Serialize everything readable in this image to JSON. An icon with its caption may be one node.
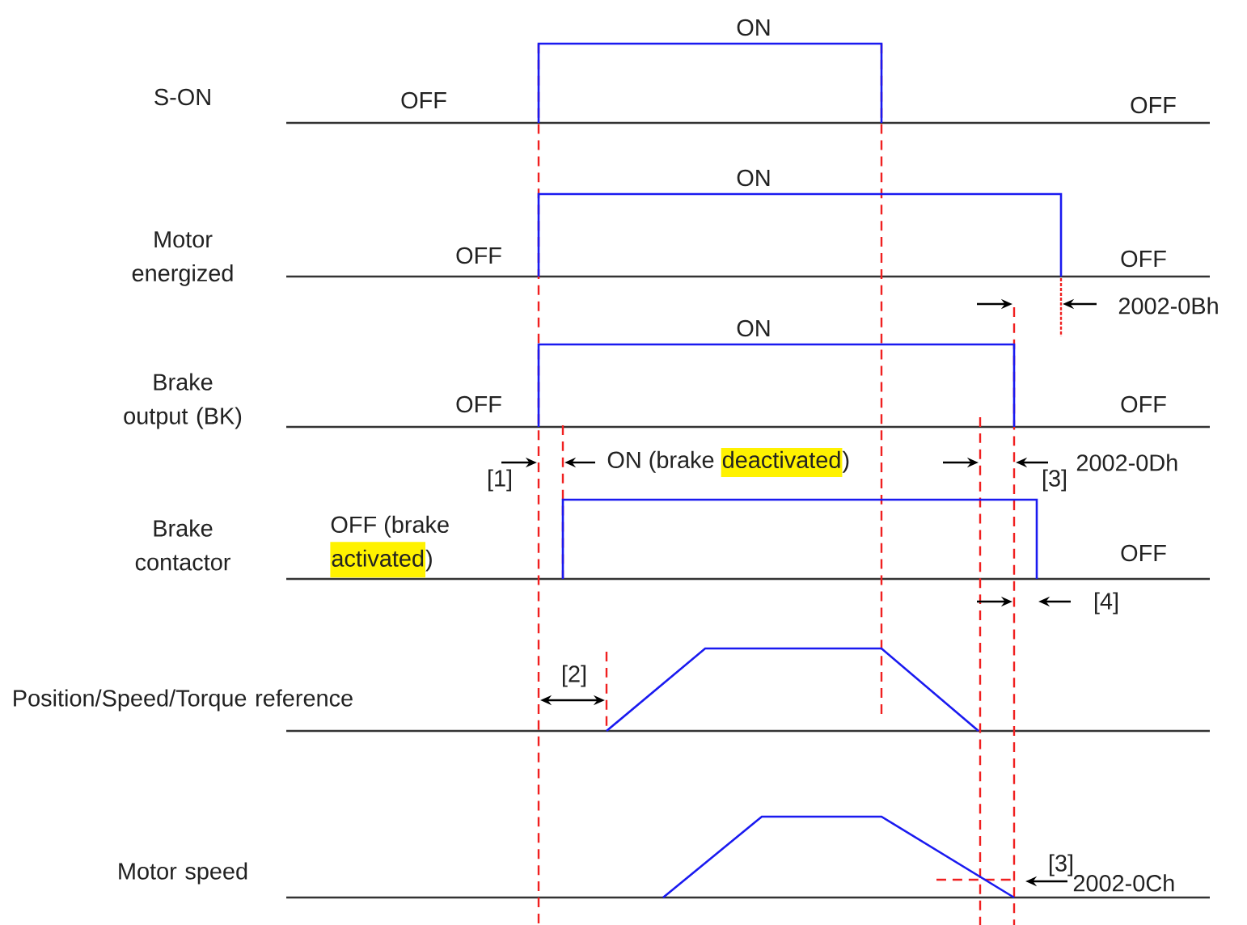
{
  "diagram": {
    "labels": [
      "ON",
      "S-ON",
      "OFF",
      "OFF",
      "ON",
      "Motor energized",
      "OFF",
      "OFF",
      "2002-0Bh",
      "ON",
      "Brake output (BK)",
      "OFF",
      "OFF",
      "[1]",
      "ON (brake",
      "deactivated",
      ")",
      "2002-0Dh",
      "[3]",
      "Brake contactor",
      "OFF (brake",
      "activated",
      ")",
      "OFF",
      "[4]",
      "[2]",
      "Position/Speed/Torque reference",
      "Motor speed",
      "[3]",
      "2002-0Ch"
    ]
  }
}
